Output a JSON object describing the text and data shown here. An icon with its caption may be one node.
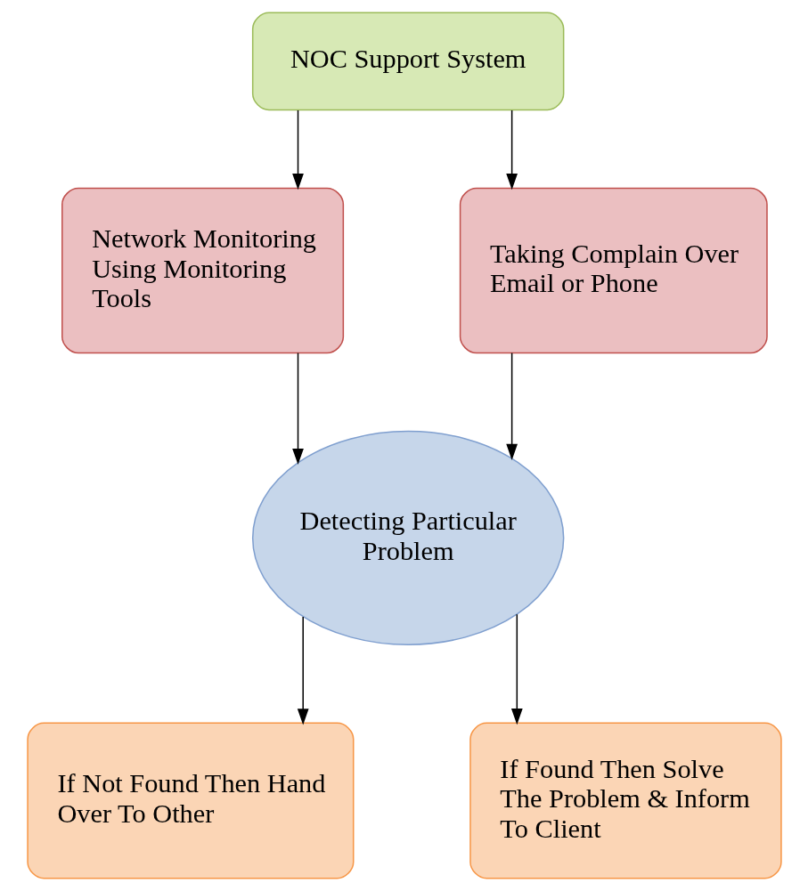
{
  "diagram": {
    "nodes": [
      {
        "text": [
          "NOC Support System"
        ]
      },
      {
        "text": [
          "Network Monitoring Using Monitoring Tools"
        ]
      },
      {
        "text": [
          "Taking Complain Over Email or Phone"
        ]
      },
      {
        "text": [
          "Detecting Particular Problem"
        ]
      },
      {
        "text": [
          "If Not Found Then Hand Over To Other"
        ]
      },
      {
        "text": [
          "If Found Then Solve The Problem & Inform To Client"
        ]
      }
    ],
    "edges": [
      {
        "from": 0,
        "to": 1,
        "arrow": "to"
      },
      {
        "from": 0,
        "to": 2,
        "arrow": "to"
      },
      {
        "from": 1,
        "to": 3,
        "arrow": "to"
      },
      {
        "from": 2,
        "to": 3,
        "arrow": "to"
      },
      {
        "from": 3,
        "to": 4,
        "arrow": "to"
      },
      {
        "from": 3,
        "to": 5,
        "arrow": "to"
      }
    ]
  }
}
